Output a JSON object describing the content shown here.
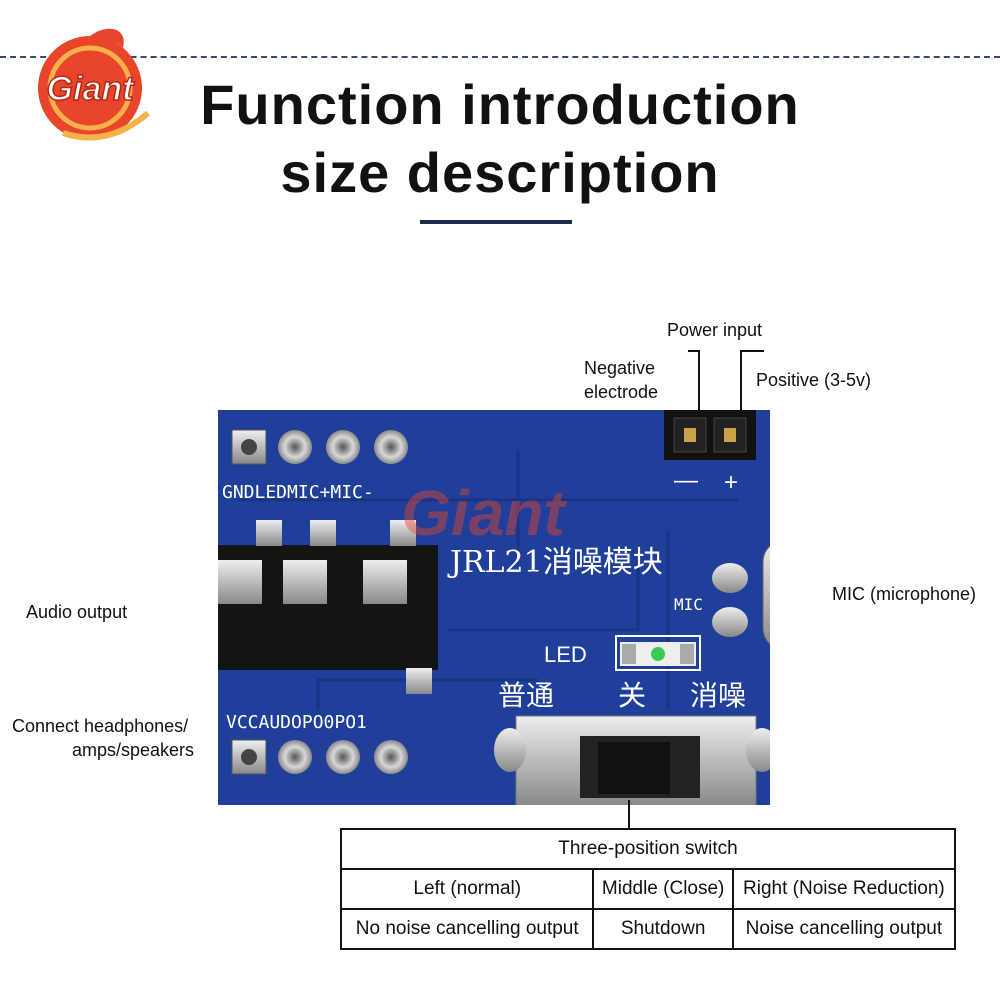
{
  "brand": {
    "logo_text": "Giant",
    "watermark_text": "Giant"
  },
  "header": {
    "title_line1": "Function introduction",
    "title_line2": "size description"
  },
  "callouts": {
    "power_input": "Power input",
    "negative_line1": "Negative",
    "negative_line2": "electrode",
    "positive": "Positive (3-5v)",
    "audio_output": "Audio output",
    "connect_line1": "Connect headphones/",
    "connect_line2": "amps/speakers",
    "mic": "MIC (microphone)"
  },
  "board": {
    "top_pins_label": "GNDLEDMIC+MIC-",
    "bottom_pins_label": "VCCAUDOPO0PO1",
    "module_name": "JRL21消噪模块",
    "mic_label": "MIC",
    "led_label": "LED",
    "switch_left": "普通",
    "switch_mid": "关",
    "switch_right": "消噪",
    "minus": "—",
    "plus": "+"
  },
  "switch_table": {
    "header": "Three-position switch",
    "positions": [
      "Left (normal)",
      "Middle (Close)",
      "Right (Noise Reduction)"
    ],
    "outputs": [
      "No noise cancelling output",
      "Shutdown",
      "Noise cancelling output"
    ]
  },
  "colors": {
    "pcb": "#1f3f9a",
    "title": "#111111",
    "accent": "#1d2a4d",
    "logo": "#e8452b"
  }
}
